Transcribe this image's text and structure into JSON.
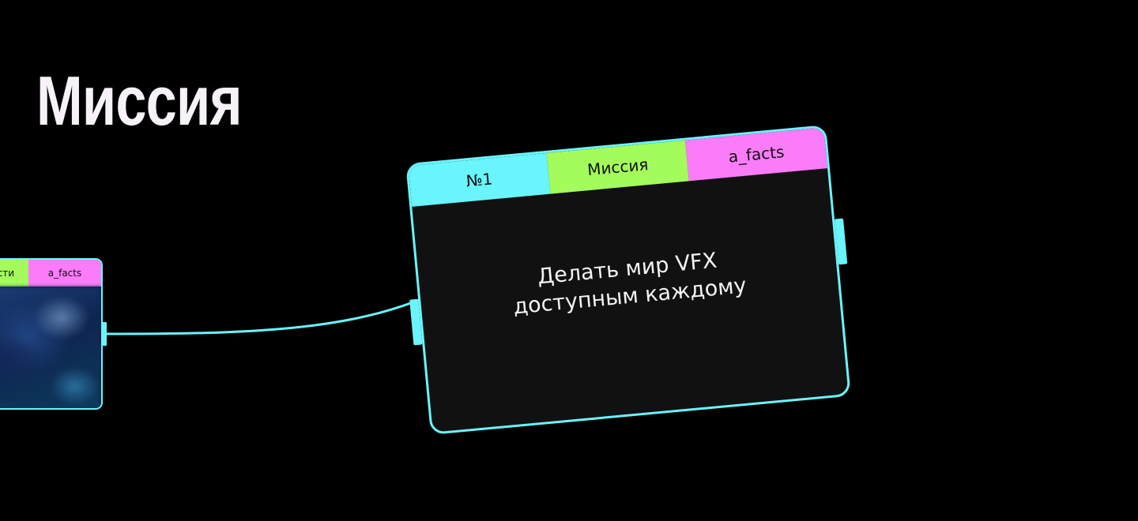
{
  "page": {
    "title": "Миссия"
  },
  "side_card": {
    "tabs": [
      {
        "label": "сти"
      },
      {
        "label": "a_facts"
      }
    ]
  },
  "main_card": {
    "tabs": [
      {
        "label": "№1"
      },
      {
        "label": "Миссия"
      },
      {
        "label": "a_facts"
      }
    ],
    "text_lines": [
      "Делать мир VFX",
      "доступным каждому"
    ]
  },
  "colors": {
    "background": "#000000",
    "accent_cyan": "#6af4fb",
    "accent_green": "#a3fb5c",
    "accent_pink": "#fa7cf8",
    "card_body": "#111111",
    "title_text": "#f6f2f7"
  }
}
